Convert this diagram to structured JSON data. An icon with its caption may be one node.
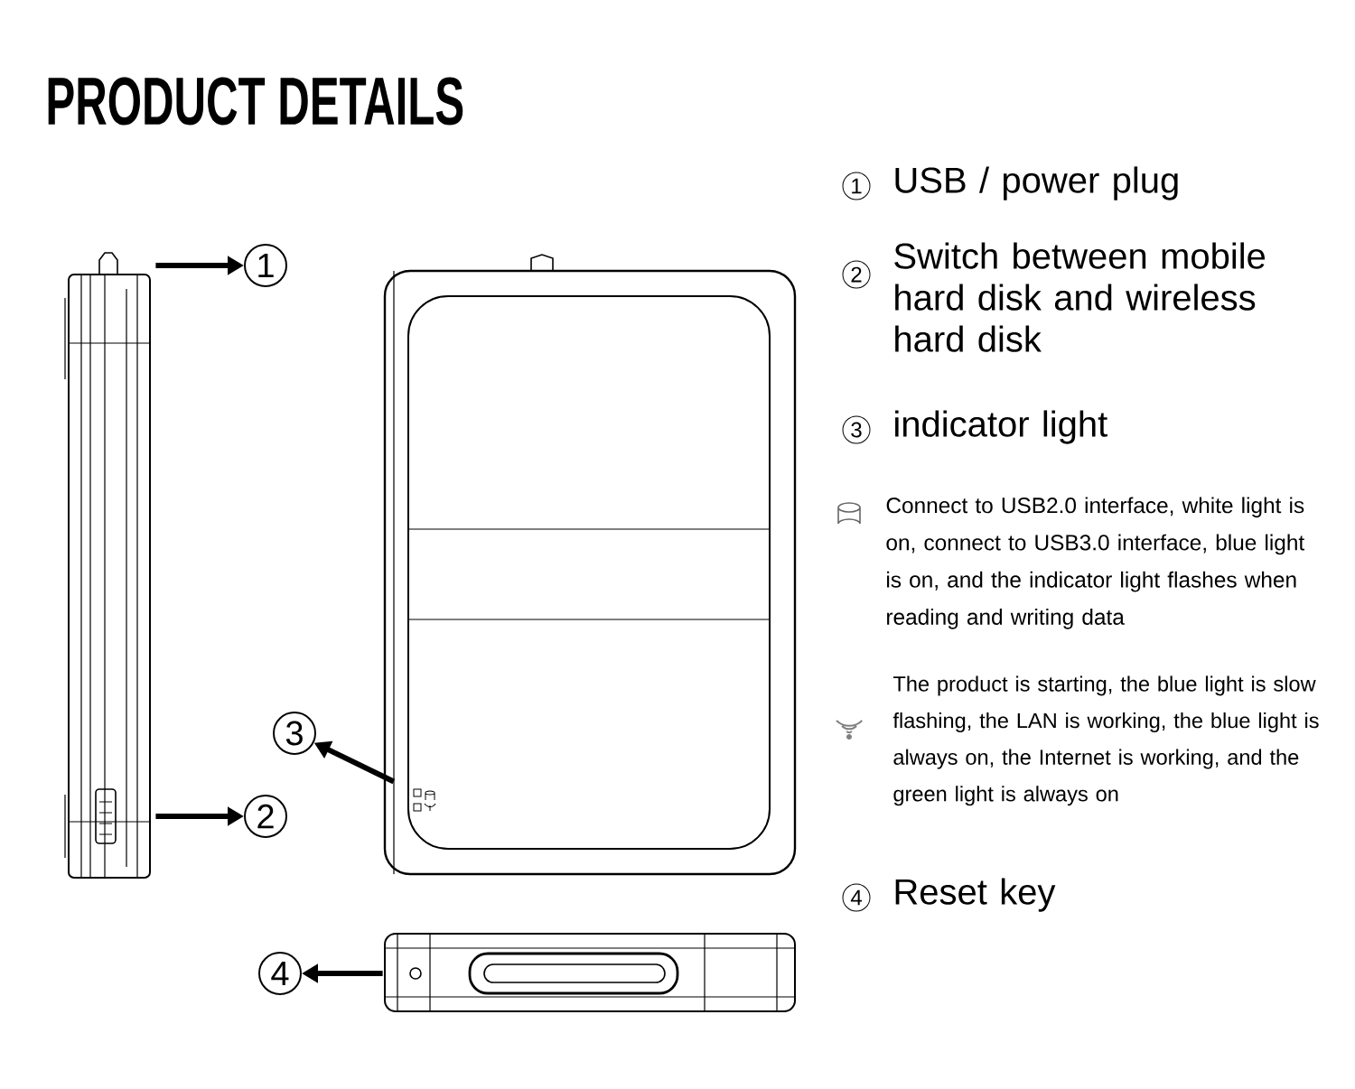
{
  "diagram": {
    "title": "PRODUCT DETAILS",
    "nodes": [
      {
        "text": [],
        "shape": "picture"
      },
      {
        "text": [],
        "shape": "picture"
      },
      {
        "text": [],
        "shape": "picture"
      },
      {
        "text": [
          "1"
        ]
      },
      {
        "text": [
          "2"
        ]
      },
      {
        "text": [
          "3"
        ]
      },
      {
        "text": [
          "4"
        ]
      }
    ],
    "edges": [
      {
        "from": 0,
        "to": 3,
        "arrow": "to"
      },
      {
        "from": 0,
        "to": 4,
        "arrow": "to"
      },
      {
        "from": 1,
        "to": 5,
        "arrow": "to"
      },
      {
        "from": 2,
        "to": 6,
        "arrow": "to"
      }
    ],
    "labels": [
      "1",
      "USB / power plug",
      "2",
      "Switch between mobile hard disk and wireless hard disk",
      "3",
      "indicator light",
      "Connect to USB2.0 interface, white light is on, connect to USB3.0 interface, blue light is on, and the indicator light flashes when reading and writing data",
      "The product is starting, the blue light is slow flashing, the LAN is working, the blue light is always on, the Internet is working, and the green light is always on",
      "4",
      "Reset key"
    ]
  }
}
